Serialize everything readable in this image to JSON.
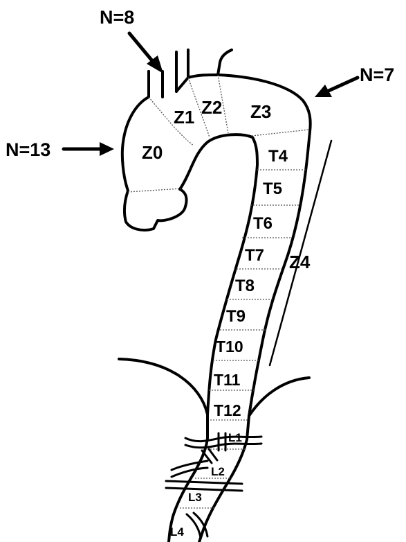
{
  "labels": {
    "n_z0": "N=13",
    "n_z2": "N=8",
    "n_z3": "N=7",
    "zones": [
      "Z0",
      "Z1",
      "Z2",
      "Z3",
      "Z4"
    ],
    "thoracic": [
      "T4",
      "T5",
      "T6",
      "T7",
      "T8",
      "T9",
      "T10",
      "T11",
      "T12"
    ],
    "lumbar": [
      "L1",
      "L2",
      "L3",
      "L4"
    ]
  },
  "colors": {
    "line": "#000000",
    "background": "#ffffff",
    "dotted": "#555555"
  }
}
